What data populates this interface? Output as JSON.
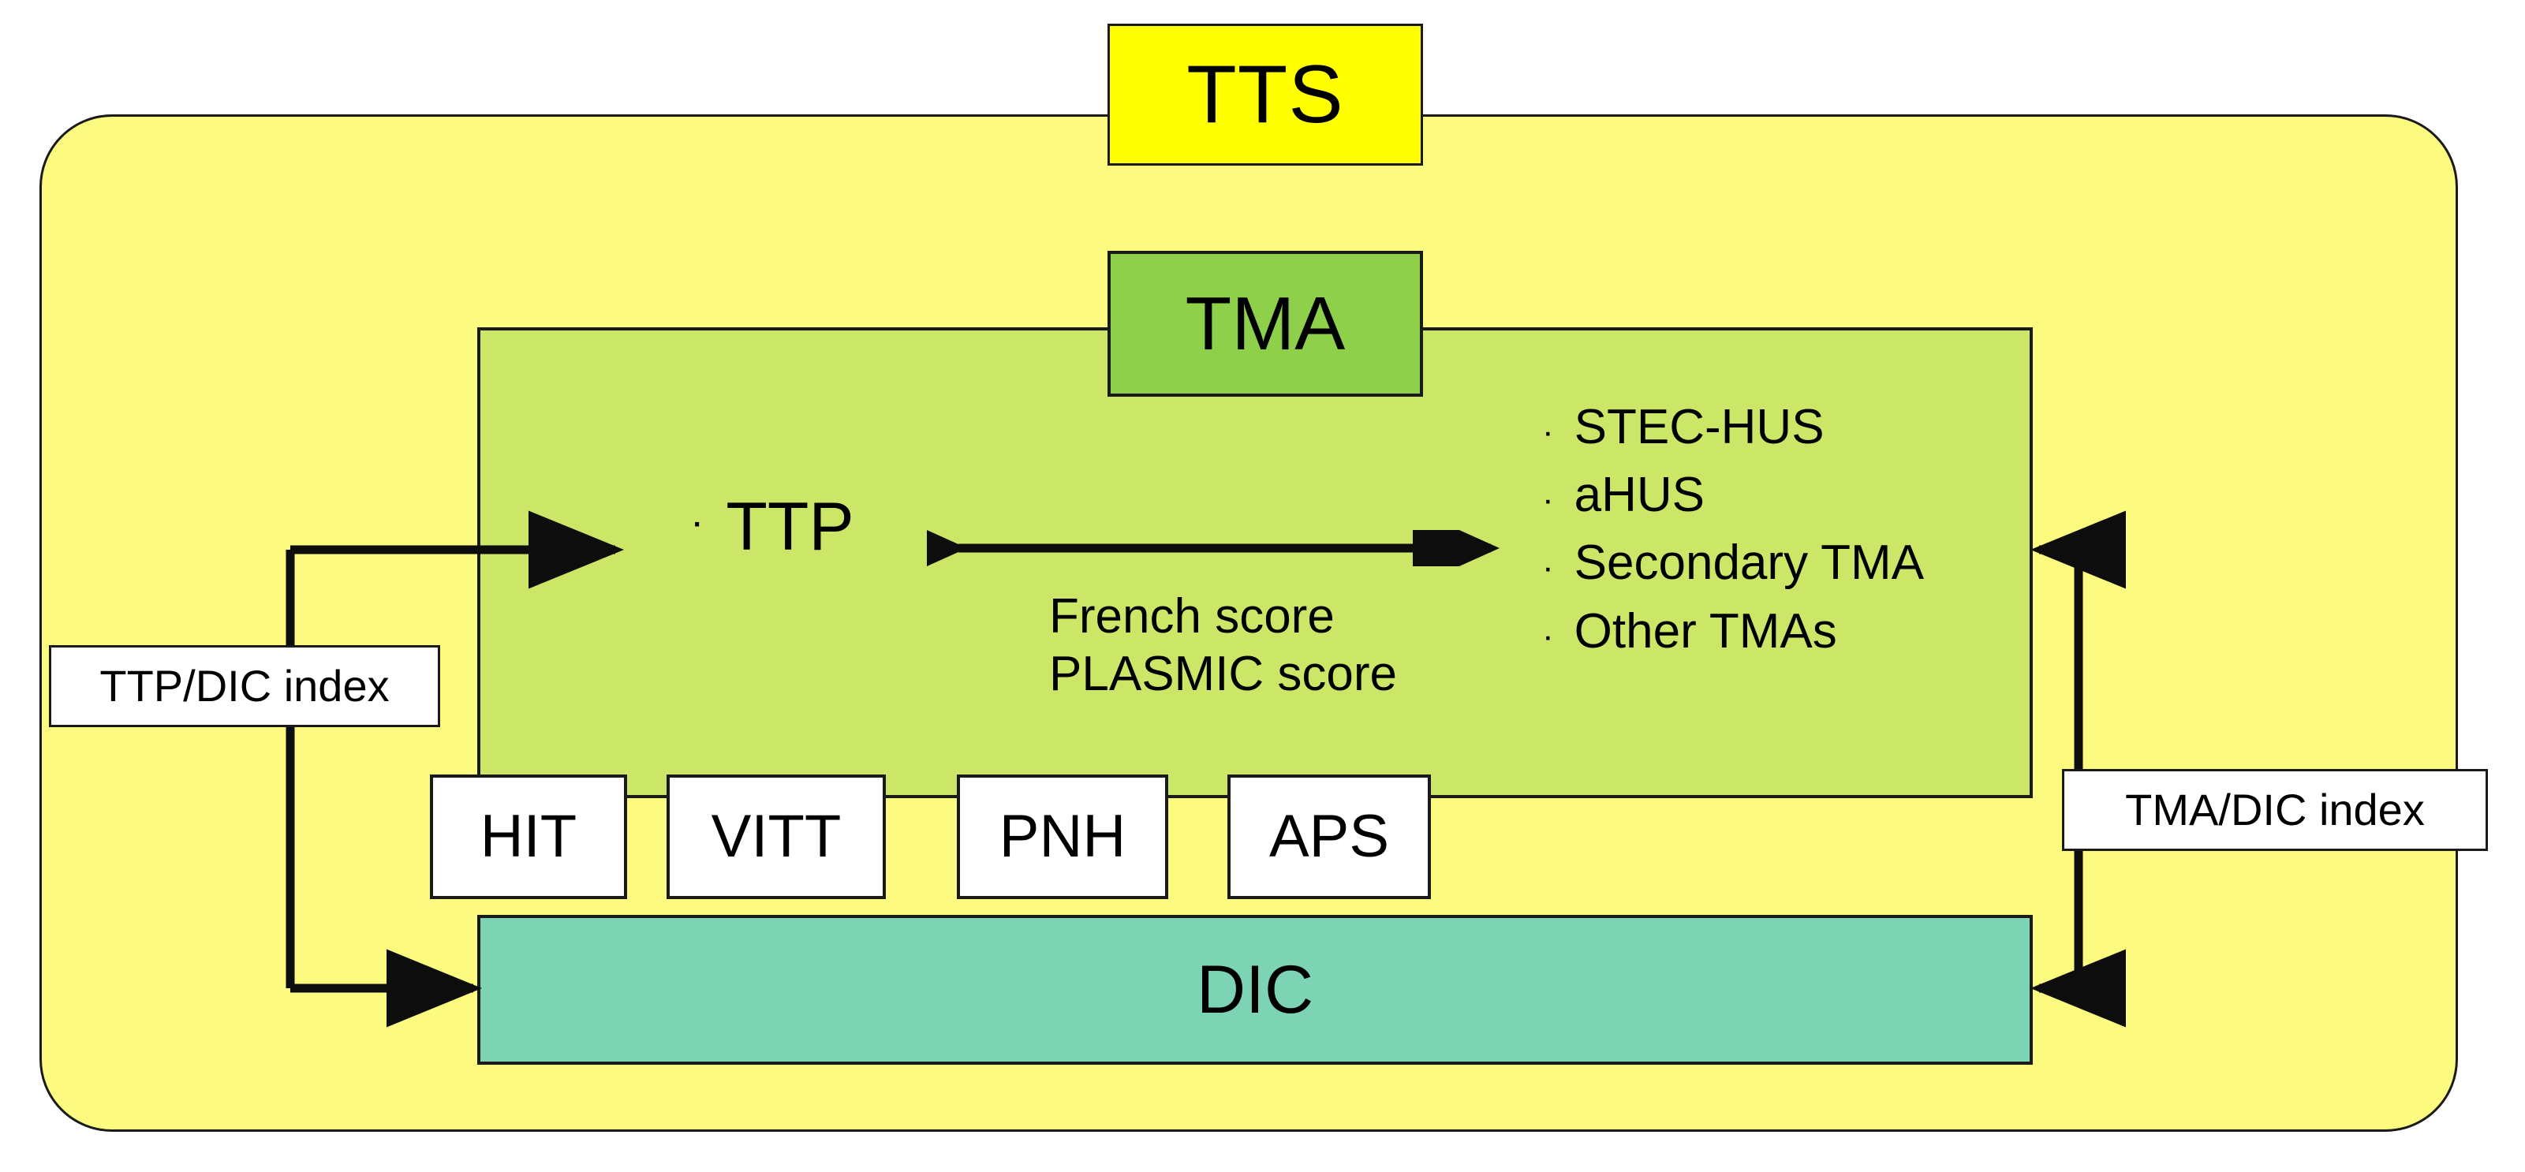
{
  "diagram": {
    "title": "TTS",
    "outer_container": {
      "label": "TTS",
      "fill": "#FCFB80"
    },
    "tts_box": {
      "label": "TTS",
      "fill": "#FFFF00"
    },
    "tma_box": {
      "label": "TMA",
      "fill": "#8FD04A"
    },
    "tma_panel": {
      "fill": "#CCE767"
    },
    "ttp": {
      "bullet": "·",
      "label": "TTP"
    },
    "arrow_scores": [
      "French score",
      "PLASMIC score"
    ],
    "tma_subtypes": {
      "bullet": "·",
      "items": [
        "STEC-HUS",
        "aHUS",
        "Secondary TMA",
        "Other TMAs"
      ]
    },
    "condition_boxes": [
      {
        "label": "HIT"
      },
      {
        "label": "VITT"
      },
      {
        "label": "PNH"
      },
      {
        "label": "APS"
      }
    ],
    "dic_bar": {
      "label": "DIC",
      "fill": "#7CD4B4"
    },
    "index_labels": {
      "left": "TTP/DIC index",
      "right": "TMA/DIC index"
    },
    "colors": {
      "outer_yellow": "#FCFB80",
      "tts_yellow": "#FFFF00",
      "tma_green": "#8FD04A",
      "panel_green": "#CCE767",
      "dic_teal": "#7CD4B4",
      "box_white": "#FFFFFF",
      "stroke_black": "#1a1a1a"
    }
  }
}
